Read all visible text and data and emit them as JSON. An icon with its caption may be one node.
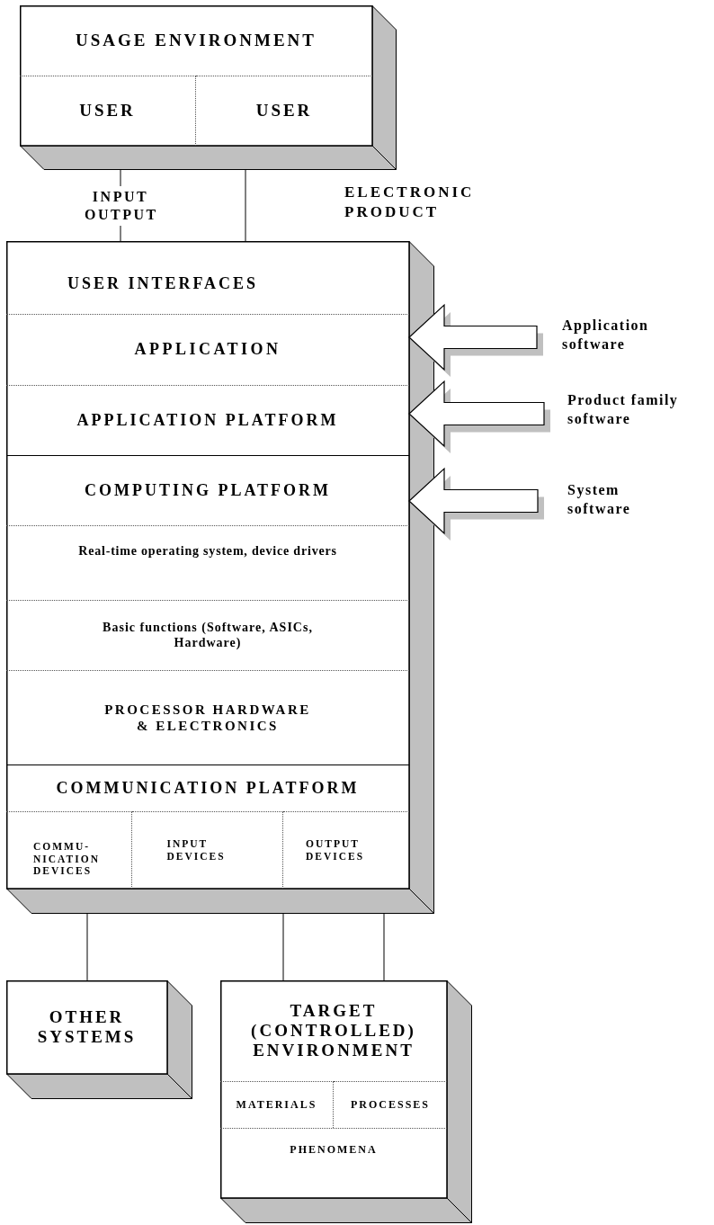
{
  "diagram": {
    "nodes": [
      {
        "text": [
          "USAGE ENVIRONMENT"
        ]
      },
      {
        "text": [
          "USER"
        ],
        "in": 0
      },
      {
        "text": [
          "USER"
        ],
        "in": 0
      },
      {
        "text": [],
        "shape": "box"
      },
      {
        "text": [
          "USER INTERFACES"
        ],
        "in": 3
      },
      {
        "text": [
          "APPLICATION"
        ],
        "in": 3
      },
      {
        "text": [
          "APPLICATION PLATFORM"
        ],
        "in": 3
      },
      {
        "text": [
          "COMPUTING PLATFORM"
        ],
        "in": 3
      },
      {
        "text": [
          "Real-time operating system, device drivers"
        ],
        "in": 3
      },
      {
        "text": [
          "Basic functions (Software, ASICs, Hardware)"
        ],
        "in": 3
      },
      {
        "text": [
          "PROCESSOR HARDWARE & ELECTRONICS"
        ],
        "in": 3
      },
      {
        "text": [
          "COMMUNICATION PLATFORM"
        ],
        "in": 3
      },
      {
        "text": [
          "COMMU- NICATION DEVICES"
        ],
        "in": 3
      },
      {
        "text": [
          "INPUT DEVICES"
        ],
        "in": 3
      },
      {
        "text": [
          "OUTPUT DEVICES"
        ],
        "in": 3
      },
      {
        "text": [
          "OTHER SYSTEMS"
        ]
      },
      {
        "text": [
          "TARGET (CONTROLLED) ENVIRONMENT"
        ]
      },
      {
        "text": [
          "MATERIALS"
        ],
        "in": 16
      },
      {
        "text": [
          "PROCESSES"
        ],
        "in": 16
      },
      {
        "text": [
          "PHENOMENA"
        ],
        "in": 16
      },
      {
        "text": [
          "Application software"
        ]
      },
      {
        "text": [
          "Product family software"
        ]
      },
      {
        "text": [
          "System software"
        ]
      }
    ],
    "edges": [
      {
        "from": 0,
        "to": 3,
        "arrow": "none",
        "label": "INPUT OUTPUT"
      },
      {
        "from": 0,
        "to": 3,
        "arrow": "none"
      },
      {
        "from": 3,
        "to": 15,
        "arrow": "none"
      },
      {
        "from": 3,
        "to": 16,
        "arrow": "none"
      },
      {
        "from": 3,
        "to": 16,
        "arrow": "none"
      },
      {
        "from": 20,
        "to": 5,
        "arrow": "to",
        "style": "thick"
      },
      {
        "from": 21,
        "to": 6,
        "arrow": "to",
        "style": "thick"
      },
      {
        "from": 22,
        "to": 7,
        "arrow": "to",
        "style": "thick"
      }
    ],
    "labels": [
      "ELECTRONIC PRODUCT"
    ]
  }
}
